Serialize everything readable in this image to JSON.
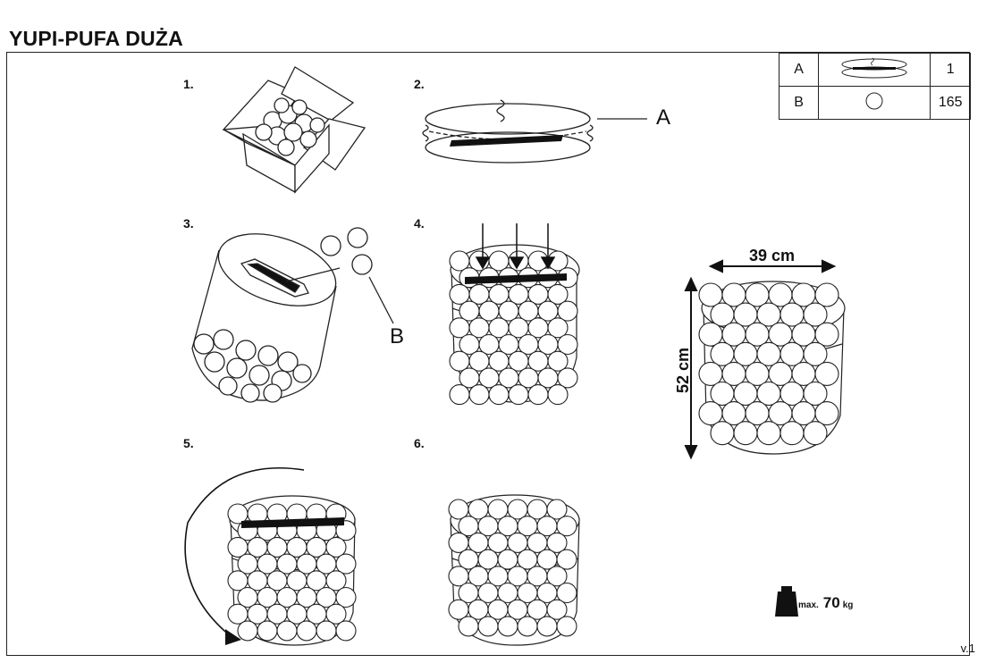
{
  "title": "YUPI-PUFA DUŻA",
  "steps": [
    "1.",
    "2.",
    "3.",
    "4.",
    "5.",
    "6."
  ],
  "parts": [
    {
      "id": "A",
      "icon": "cover-lid-icon",
      "qty": "1"
    },
    {
      "id": "B",
      "icon": "ball-icon",
      "qty": "165"
    }
  ],
  "callouts": {
    "a": "A",
    "b": "B"
  },
  "dimensions": {
    "width": "39 cm",
    "height": "52 cm"
  },
  "max_load": {
    "prefix": "max.",
    "value": "70",
    "unit": "kg"
  },
  "version": "v.1"
}
